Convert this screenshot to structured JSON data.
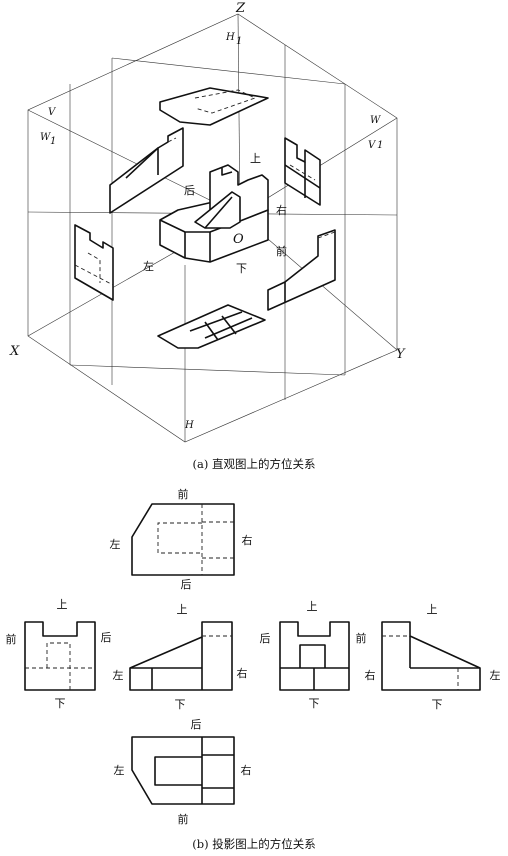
{
  "captions": {
    "a": "(a) 直观图上的方位关系",
    "b": "(b) 投影图上的方位关系"
  },
  "axes": {
    "z": "Z",
    "x": "X",
    "y": "Y",
    "o": "O"
  },
  "planes": {
    "w1": "W",
    "w1_sub": "1",
    "v": "V",
    "w": "W",
    "v1": "V",
    "v1_sub": "1",
    "h": "H",
    "h1": "H",
    "h1_sub": "1"
  },
  "iso_labels": {
    "top": "上",
    "back": "后",
    "right": "右",
    "left": "左",
    "front": "前",
    "bottom": "下"
  },
  "view_top": {
    "front": "前",
    "left": "左",
    "right": "右",
    "back": "后"
  },
  "view_w": {
    "top": "上",
    "front": "前",
    "back": "后",
    "bottom": "下"
  },
  "view_v": {
    "top": "上",
    "left": "左",
    "right": "右",
    "bottom": "下"
  },
  "view_v1": {
    "top": "上",
    "back": "后",
    "front": "前",
    "bottom": "下"
  },
  "view_w1": {
    "top": "上",
    "right": "右",
    "left": "左",
    "bottom": "下"
  },
  "view_h1": {
    "back": "后",
    "left": "左",
    "right": "右",
    "front": "前"
  }
}
